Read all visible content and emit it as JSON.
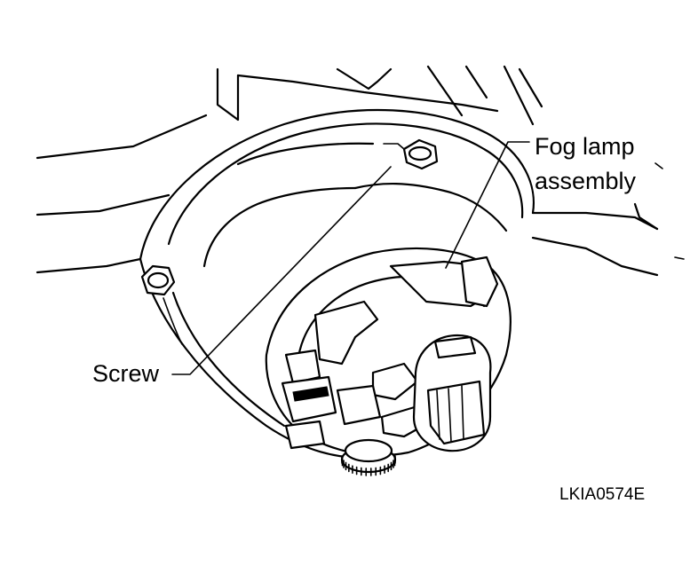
{
  "labels": {
    "fog_lamp_line1": "Fog lamp",
    "fog_lamp_line2": "assembly",
    "screw": "Screw",
    "figure_code": "LKIA0574E"
  }
}
